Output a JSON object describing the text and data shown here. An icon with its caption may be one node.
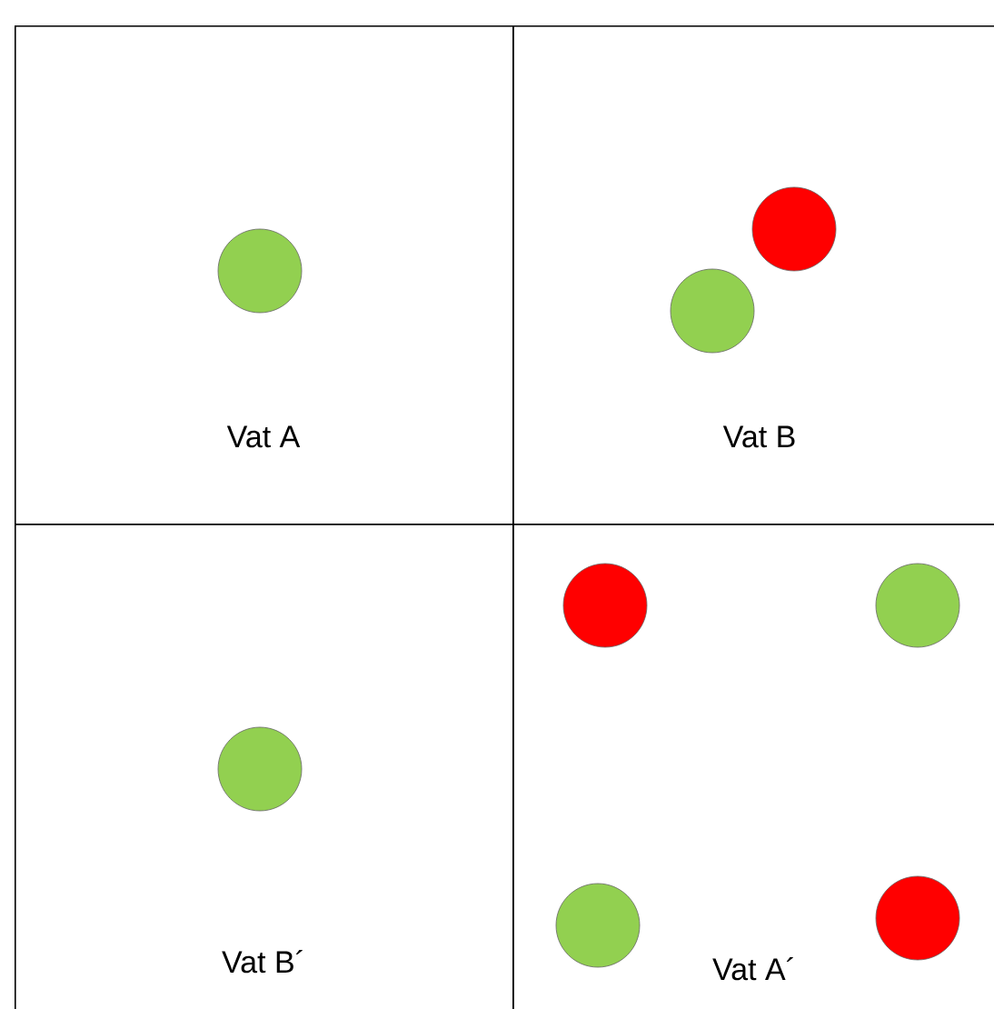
{
  "diagram": {
    "nodes": [
      {
        "text": [
          "Vat A"
        ]
      },
      {
        "text": [
          "Vat B"
        ]
      },
      {
        "text": [
          "Vat B´"
        ]
      },
      {
        "text": [
          "Vat A´"
        ]
      }
    ]
  }
}
